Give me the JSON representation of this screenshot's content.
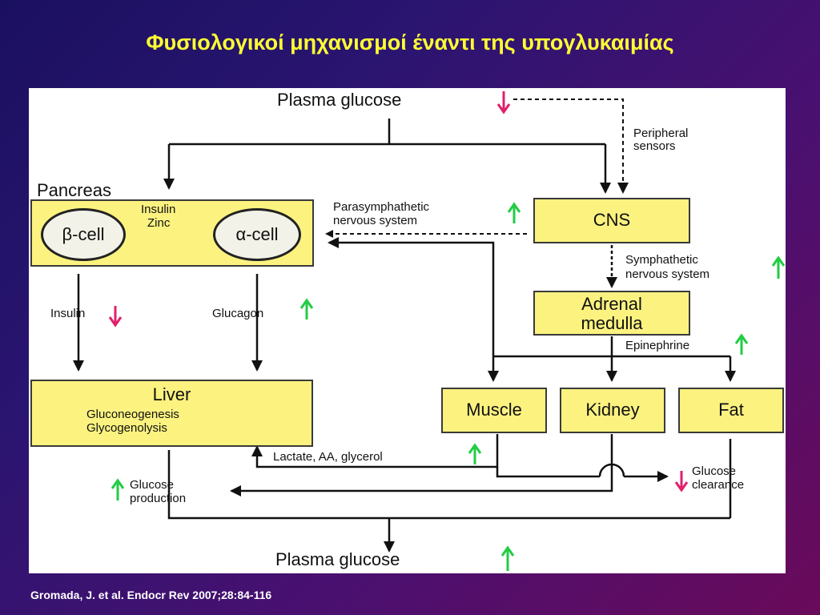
{
  "title": "Φυσιολογικοί μηχανισμοί έναντι της υπογλυκαιμίας",
  "citation": "Gromada, J. et al. Endocr Rev 2007;28:84-116",
  "colors": {
    "background_start": "#1a1060",
    "background_end": "#6a0a5a",
    "title": "#ffff33",
    "box_fill": "#fbf280",
    "arrow_up": "#22cc44",
    "arrow_down": "#e0206a"
  },
  "diagram": {
    "plasma_glucose_top": "Plasma glucose",
    "plasma_glucose_bottom": "Plasma glucose",
    "peripheral_sensors": [
      "Peripheral",
      "sensors"
    ],
    "pancreas_label": "Pancreas",
    "beta_cell": "β-cell",
    "alpha_cell": "α-cell",
    "insulin_zinc": [
      "Insulin",
      "Zinc"
    ],
    "parasympathetic": [
      "Parasymphathetic",
      "nervous system"
    ],
    "cns": "CNS",
    "sympathetic": [
      "Symphathetic",
      "nervous system"
    ],
    "adrenal_medulla": [
      "Adrenal",
      "medulla"
    ],
    "insulin": "Insulin",
    "glucagon": "Glucagon",
    "epinephrine": "Epinephrine",
    "liver": "Liver",
    "liver_processes": [
      "Gluconeogenesis",
      "Glycogenolysis"
    ],
    "muscle": "Muscle",
    "kidney": "Kidney",
    "fat": "Fat",
    "lactate": "Lactate, AA, glycerol",
    "glucose_production": [
      "Glucose",
      "production"
    ],
    "glucose_clearance": [
      "Glucose",
      "clearance"
    ]
  }
}
